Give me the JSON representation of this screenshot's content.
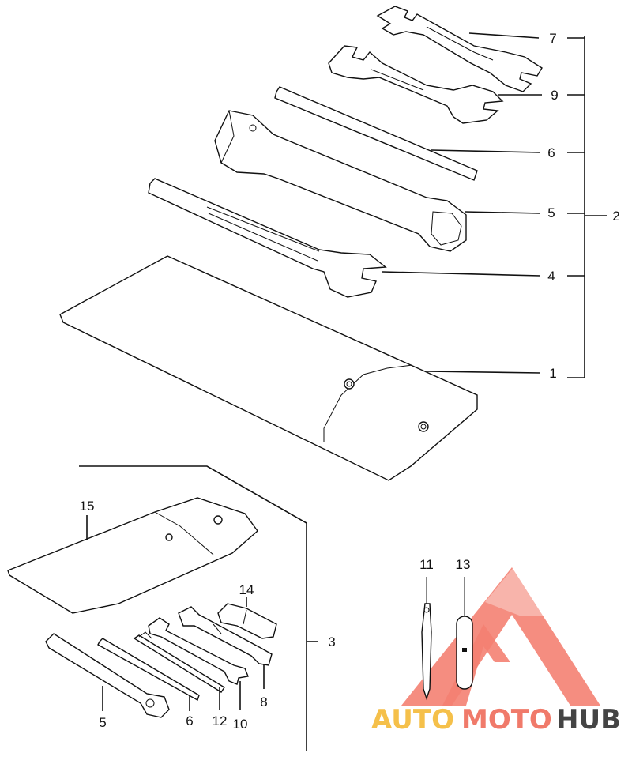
{
  "diagram": {
    "upper_kit": {
      "callouts": {
        "wrench_7": "7",
        "wrench_9": "9",
        "rod_6": "6",
        "box_wrench_5": "5",
        "group_2": "2",
        "wrench_4": "4",
        "pouch_1": "1"
      }
    },
    "lower_kit": {
      "callouts": {
        "pouch_15": "15",
        "plug_wrench_5": "5",
        "rod_6": "6",
        "screwdriver_12": "12",
        "wrench_10": "10",
        "wrench_8": "8",
        "driver_14": "14",
        "group_3": "3",
        "screwdriver_11": "11",
        "grip_13": "13"
      }
    }
  },
  "watermark": {
    "word_auto": "AUTO",
    "word_moto": "MOTO",
    "word_hub": "HUB",
    "colors": {
      "auto": "#f5c04a",
      "moto": "#f07a6a",
      "hub": "#444444",
      "logo": "#f26a5a"
    }
  }
}
